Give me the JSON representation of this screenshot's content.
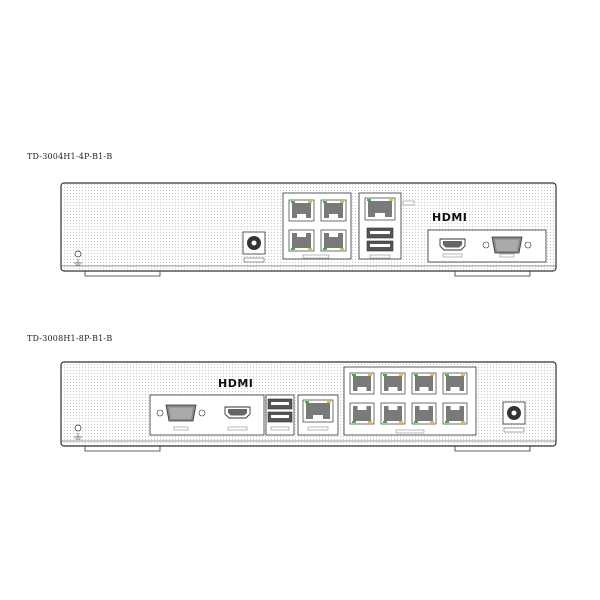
{
  "devices": [
    {
      "model": "TD-3004H1-4P-B1-B",
      "hdmi_logo": "HDMI"
    },
    {
      "model": "TD-3008H1-8P-B1-B",
      "hdmi_logo": "HDMI"
    }
  ],
  "icons": [
    "ground-icon",
    "hdmi-port-icon",
    "vga-port-icon",
    "usb-port-icon",
    "ethernet-port-icon",
    "dc-power-jack-icon"
  ],
  "colors": {
    "outline": "#333333",
    "grille": "#cfcfcf",
    "port_fill": "#7a7a7a",
    "led_green": "#3cb43c",
    "led_yellow": "#e6c020"
  }
}
